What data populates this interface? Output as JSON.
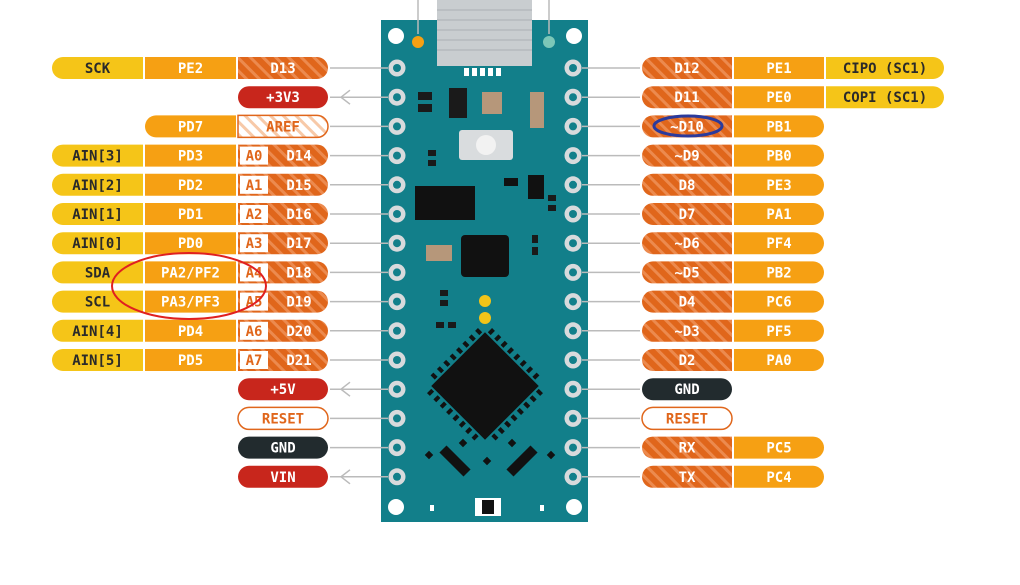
{
  "colors": {
    "board": "#127f8a",
    "board_dark": "#0c6a74",
    "yellow": "#f5c518",
    "yellow_text": "#2a2a2a",
    "orange": "#f6a013",
    "orange_text": "#ffffff",
    "digital": "#e0661b",
    "digital_stripe": "#ec8a4e",
    "power_red": "#c8261c",
    "gnd": "#222b2e",
    "reset_border": "#e0661b",
    "reset_text": "#e0661b",
    "connector_line": "#bbbbbb",
    "highlight_red": "#e02020",
    "highlight_blue": "#2a3a9c"
  },
  "left_pins": [
    {
      "row": 0,
      "cells": [
        {
          "kind": "yellow",
          "label": "SCK"
        },
        {
          "kind": "orange",
          "label": "PE2"
        },
        {
          "kind": "digital",
          "label": "D13"
        }
      ],
      "arrow": false
    },
    {
      "row": 1,
      "cells": [
        {
          "kind": "power",
          "label": "+3V3"
        }
      ],
      "arrow": true
    },
    {
      "row": 2,
      "cells": [
        {
          "kind": "orange",
          "label": "PD7"
        },
        {
          "kind": "aref",
          "label": "AREF"
        }
      ],
      "arrow": false
    },
    {
      "row": 3,
      "cells": [
        {
          "kind": "yellow",
          "label": "AIN[3]"
        },
        {
          "kind": "orange",
          "label": "PD3"
        },
        {
          "kind": "analog",
          "a": "A0",
          "label": "D14"
        }
      ],
      "arrow": false
    },
    {
      "row": 4,
      "cells": [
        {
          "kind": "yellow",
          "label": "AIN[2]"
        },
        {
          "kind": "orange",
          "label": "PD2"
        },
        {
          "kind": "analog",
          "a": "A1",
          "label": "D15"
        }
      ],
      "arrow": false
    },
    {
      "row": 5,
      "cells": [
        {
          "kind": "yellow",
          "label": "AIN[1]"
        },
        {
          "kind": "orange",
          "label": "PD1"
        },
        {
          "kind": "analog",
          "a": "A2",
          "label": "D16"
        }
      ],
      "arrow": false
    },
    {
      "row": 6,
      "cells": [
        {
          "kind": "yellow",
          "label": "AIN[0]"
        },
        {
          "kind": "orange",
          "label": "PD0"
        },
        {
          "kind": "analog",
          "a": "A3",
          "label": "D17"
        }
      ],
      "arrow": false
    },
    {
      "row": 7,
      "cells": [
        {
          "kind": "yellow",
          "label": "SDA"
        },
        {
          "kind": "orange",
          "label": "PA2/PF2"
        },
        {
          "kind": "analog",
          "a": "A4",
          "label": "D18"
        }
      ],
      "arrow": false
    },
    {
      "row": 8,
      "cells": [
        {
          "kind": "yellow",
          "label": "SCL"
        },
        {
          "kind": "orange",
          "label": "PA3/PF3"
        },
        {
          "kind": "analog",
          "a": "A5",
          "label": "D19"
        }
      ],
      "arrow": false
    },
    {
      "row": 9,
      "cells": [
        {
          "kind": "yellow",
          "label": "AIN[4]"
        },
        {
          "kind": "orange",
          "label": "PD4"
        },
        {
          "kind": "analog",
          "a": "A6",
          "label": "D20"
        }
      ],
      "arrow": false
    },
    {
      "row": 10,
      "cells": [
        {
          "kind": "yellow",
          "label": "AIN[5]"
        },
        {
          "kind": "orange",
          "label": "PD5"
        },
        {
          "kind": "analog",
          "a": "A7",
          "label": "D21"
        }
      ],
      "arrow": false
    },
    {
      "row": 11,
      "cells": [
        {
          "kind": "power",
          "label": "+5V"
        }
      ],
      "arrow": true
    },
    {
      "row": 12,
      "cells": [
        {
          "kind": "reset",
          "label": "RESET"
        }
      ],
      "arrow": false
    },
    {
      "row": 13,
      "cells": [
        {
          "kind": "gnd",
          "label": "GND"
        }
      ],
      "arrow": false
    },
    {
      "row": 14,
      "cells": [
        {
          "kind": "power",
          "label": "VIN"
        }
      ],
      "arrow": true
    }
  ],
  "right_pins": [
    {
      "row": 0,
      "cells": [
        {
          "kind": "digital",
          "label": "D12"
        },
        {
          "kind": "orange",
          "label": "PE1"
        },
        {
          "kind": "yellow",
          "label": "CIPO (SC1)"
        }
      ]
    },
    {
      "row": 1,
      "cells": [
        {
          "kind": "digital",
          "label": "D11"
        },
        {
          "kind": "orange",
          "label": "PE0"
        },
        {
          "kind": "yellow",
          "label": "COPI (SC1)"
        }
      ]
    },
    {
      "row": 2,
      "cells": [
        {
          "kind": "digital",
          "label": "~D10"
        },
        {
          "kind": "orange",
          "label": "PB1"
        }
      ]
    },
    {
      "row": 3,
      "cells": [
        {
          "kind": "digital",
          "label": "~D9"
        },
        {
          "kind": "orange",
          "label": "PB0"
        }
      ]
    },
    {
      "row": 4,
      "cells": [
        {
          "kind": "digital",
          "label": "D8"
        },
        {
          "kind": "orange",
          "label": "PE3"
        }
      ]
    },
    {
      "row": 5,
      "cells": [
        {
          "kind": "digital",
          "label": "D7"
        },
        {
          "kind": "orange",
          "label": "PA1"
        }
      ]
    },
    {
      "row": 6,
      "cells": [
        {
          "kind": "digital",
          "label": "~D6"
        },
        {
          "kind": "orange",
          "label": "PF4"
        }
      ]
    },
    {
      "row": 7,
      "cells": [
        {
          "kind": "digital",
          "label": "~D5"
        },
        {
          "kind": "orange",
          "label": "PB2"
        }
      ]
    },
    {
      "row": 8,
      "cells": [
        {
          "kind": "digital",
          "label": "D4"
        },
        {
          "kind": "orange",
          "label": "PC6"
        }
      ]
    },
    {
      "row": 9,
      "cells": [
        {
          "kind": "digital",
          "label": "~D3"
        },
        {
          "kind": "orange",
          "label": "PF5"
        }
      ]
    },
    {
      "row": 10,
      "cells": [
        {
          "kind": "digital",
          "label": "D2"
        },
        {
          "kind": "orange",
          "label": "PA0"
        }
      ]
    },
    {
      "row": 11,
      "cells": [
        {
          "kind": "gnd",
          "label": "GND"
        }
      ]
    },
    {
      "row": 12,
      "cells": [
        {
          "kind": "reset",
          "label": "RESET"
        }
      ]
    },
    {
      "row": 13,
      "cells": [
        {
          "kind": "digital",
          "label": "RX"
        },
        {
          "kind": "orange",
          "label": "PC5"
        }
      ]
    },
    {
      "row": 14,
      "cells": [
        {
          "kind": "digital",
          "label": "TX"
        },
        {
          "kind": "orange",
          "label": "PC4"
        }
      ]
    }
  ],
  "annotations": {
    "red_ellipse_around": [
      "PA2/PF2",
      "PA3/PF3"
    ],
    "blue_ellipse_around": "~D10"
  }
}
